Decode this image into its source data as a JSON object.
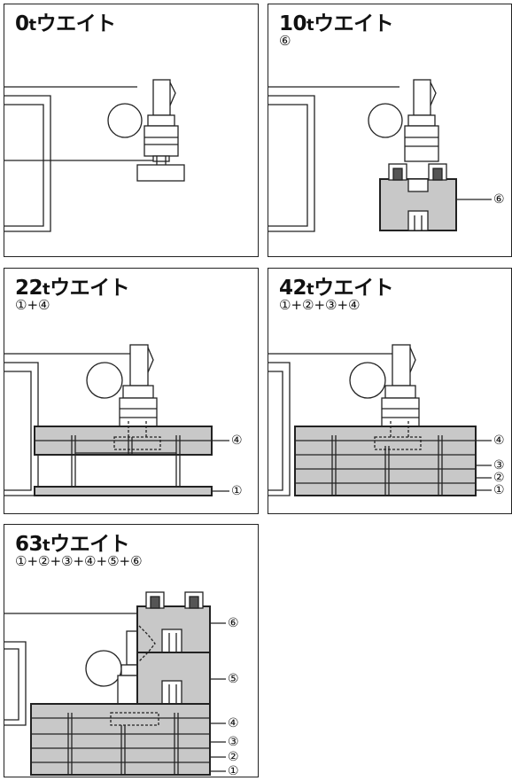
{
  "panels": [
    {
      "id": "p0",
      "title_num": "0",
      "title_unit": "t",
      "title_word": "ウエイト",
      "formula": ""
    },
    {
      "id": "p10",
      "title_num": "10",
      "title_unit": "t",
      "title_word": "ウエイト",
      "formula": "⑥",
      "labels": [
        "⑥"
      ]
    },
    {
      "id": "p22",
      "title_num": "22",
      "title_unit": "t",
      "title_word": "ウエイト",
      "formula": "①+④",
      "labels": [
        "④",
        "①"
      ]
    },
    {
      "id": "p42",
      "title_num": "42",
      "title_unit": "t",
      "title_word": "ウエイト",
      "formula": "①+②+③+④",
      "labels": [
        "④",
        "③",
        "②",
        "①"
      ]
    },
    {
      "id": "p63",
      "title_num": "63",
      "title_unit": "t",
      "title_word": "ウエイト",
      "formula": "①+②+③+④+⑤+⑥",
      "labels": [
        "⑥",
        "⑤",
        "④",
        "③",
        "②",
        "①"
      ]
    }
  ],
  "colors": {
    "line": "#222222",
    "weight_fill": "#c8c8c8",
    "background": "#ffffff"
  }
}
